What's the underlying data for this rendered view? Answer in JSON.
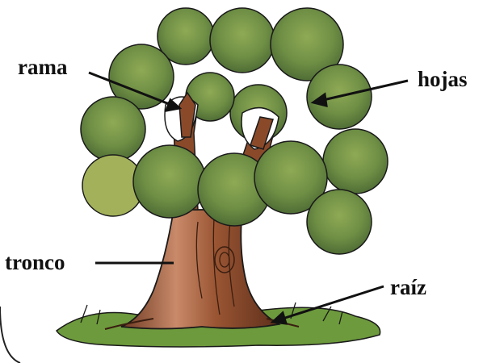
{
  "diagram": {
    "labels": {
      "branch": "rama",
      "leaves": "hojas",
      "trunk": "tronco",
      "root": "raíz"
    },
    "colors": {
      "foliage_dark": "#5f7f3e",
      "foliage_mid": "#7a9a4e",
      "foliage_light": "#a3b25a",
      "trunk": "#8a4a2a",
      "trunk_light": "#c98a6a",
      "grass": "#6d9a3c",
      "outline": "#1a1a1a"
    }
  }
}
